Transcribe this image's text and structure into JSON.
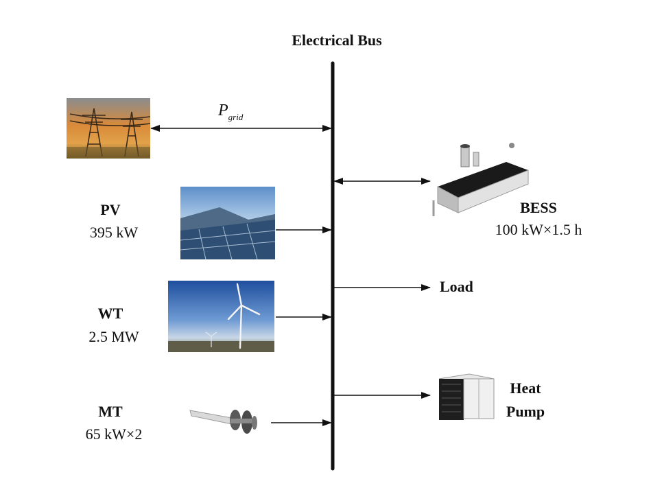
{
  "title": "Electrical Bus",
  "grid": {
    "flow_label_main": "P",
    "flow_label_sub": "grid"
  },
  "pv": {
    "name": "PV",
    "rating": "395 kW"
  },
  "wt": {
    "name": "WT",
    "rating": "2.5 MW"
  },
  "mt": {
    "name": "MT",
    "rating": "65 kW×2"
  },
  "bess": {
    "name": "BESS",
    "rating": "100 kW×1.5 h"
  },
  "load": {
    "name": "Load"
  },
  "heat_pump": {
    "name_line1": "Heat",
    "name_line2": "Pump"
  },
  "icons": {
    "grid": "power-transmission-tower-photo",
    "pv": "solar-panel-photo",
    "wt": "wind-turbine-photo",
    "mt": "micro-turbine-photo",
    "bess": "battery-storage-photo",
    "heat_pump": "heat-pump-unit-photo"
  }
}
